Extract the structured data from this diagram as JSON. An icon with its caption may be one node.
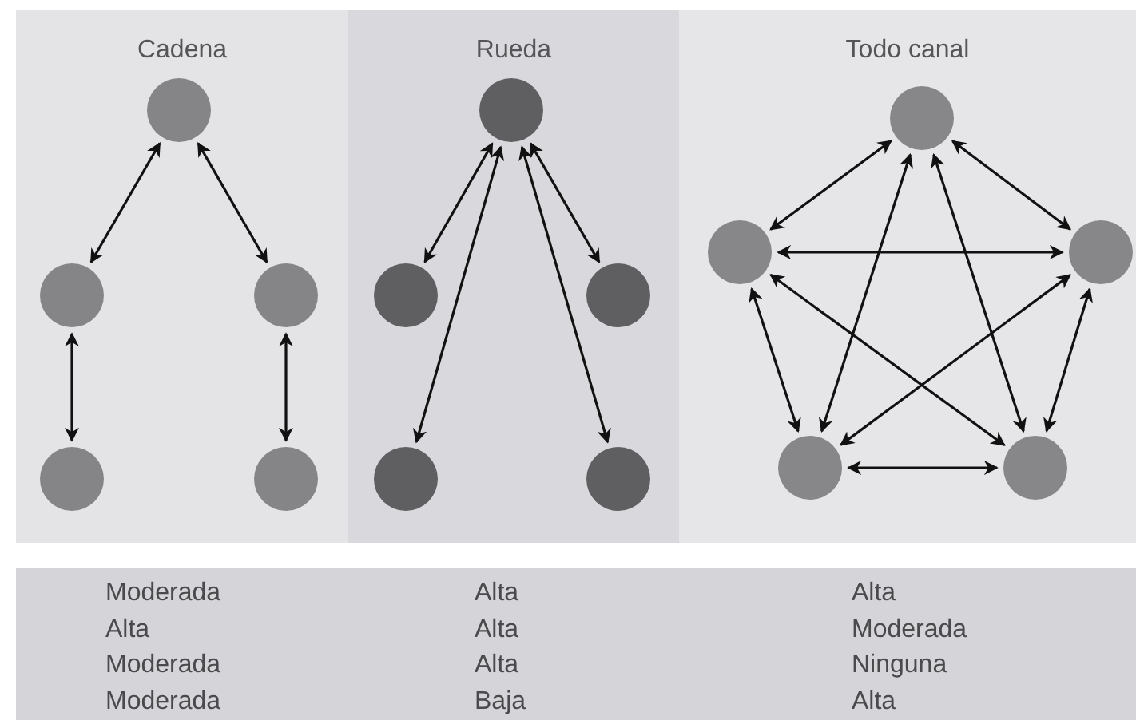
{
  "diagram": {
    "nodes": [
      {
        "text": [
          "Cadena"
        ]
      },
      {
        "text": [],
        "shape": "circle",
        "in": 0
      },
      {
        "text": [],
        "shape": "circle",
        "in": 0
      },
      {
        "text": [],
        "shape": "circle",
        "in": 0
      },
      {
        "text": [],
        "shape": "circle",
        "in": 0
      },
      {
        "text": [],
        "shape": "circle",
        "in": 0
      },
      {
        "text": [
          "Rueda"
        ]
      },
      {
        "text": [],
        "shape": "circle",
        "in": 6
      },
      {
        "text": [],
        "shape": "circle",
        "in": 6
      },
      {
        "text": [],
        "shape": "circle",
        "in": 6
      },
      {
        "text": [],
        "shape": "circle",
        "in": 6
      },
      {
        "text": [],
        "shape": "circle",
        "in": 6
      },
      {
        "text": [
          "Todo canal"
        ]
      },
      {
        "text": [],
        "shape": "circle",
        "in": 12
      },
      {
        "text": [],
        "shape": "circle",
        "in": 12
      },
      {
        "text": [],
        "shape": "circle",
        "in": 12
      },
      {
        "text": [],
        "shape": "circle",
        "in": 12
      },
      {
        "text": [],
        "shape": "circle",
        "in": 12
      }
    ],
    "edges": [
      {
        "from": 1,
        "to": 2,
        "arrow": "both"
      },
      {
        "from": 1,
        "to": 3,
        "arrow": "both"
      },
      {
        "from": 2,
        "to": 4,
        "arrow": "both"
      },
      {
        "from": 3,
        "to": 5,
        "arrow": "both"
      },
      {
        "from": 7,
        "to": 8,
        "arrow": "both"
      },
      {
        "from": 7,
        "to": 9,
        "arrow": "both"
      },
      {
        "from": 7,
        "to": 10,
        "arrow": "both"
      },
      {
        "from": 7,
        "to": 11,
        "arrow": "both"
      },
      {
        "from": 13,
        "to": 14,
        "arrow": "both"
      },
      {
        "from": 13,
        "to": 15,
        "arrow": "both"
      },
      {
        "from": 13,
        "to": 16,
        "arrow": "both"
      },
      {
        "from": 13,
        "to": 17,
        "arrow": "both"
      },
      {
        "from": 14,
        "to": 15,
        "arrow": "both"
      },
      {
        "from": 14,
        "to": 16,
        "arrow": "both"
      },
      {
        "from": 14,
        "to": 17,
        "arrow": "both"
      },
      {
        "from": 15,
        "to": 16,
        "arrow": "both"
      },
      {
        "from": 15,
        "to": 17,
        "arrow": "both"
      },
      {
        "from": 16,
        "to": 17,
        "arrow": "both"
      }
    ],
    "labels": [
      "Moderada",
      "Alta",
      "Alta",
      "Alta",
      "Alta",
      "Moderada",
      "Moderada",
      "Alta",
      "Ninguna",
      "Moderada",
      "Baja",
      "Alta"
    ]
  }
}
